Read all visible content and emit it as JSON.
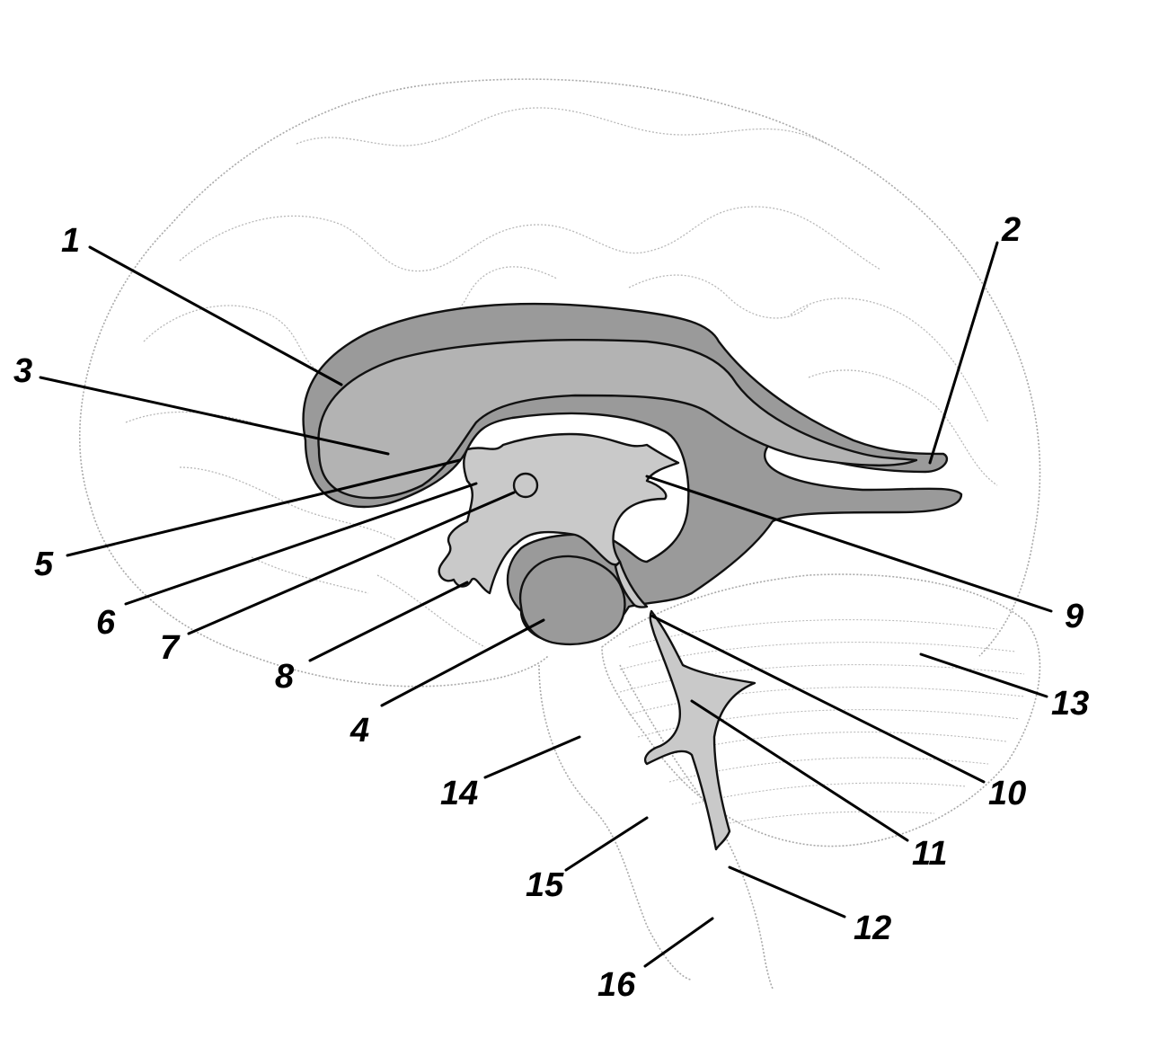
{
  "labels": [
    {
      "id": "1",
      "text": "1"
    },
    {
      "id": "2",
      "text": "2"
    },
    {
      "id": "3",
      "text": "3"
    },
    {
      "id": "4",
      "text": "4"
    },
    {
      "id": "5",
      "text": "5"
    },
    {
      "id": "6",
      "text": "6"
    },
    {
      "id": "7",
      "text": "7"
    },
    {
      "id": "8",
      "text": "8"
    },
    {
      "id": "9",
      "text": "9"
    },
    {
      "id": "10",
      "text": "10"
    },
    {
      "id": "11",
      "text": "11"
    },
    {
      "id": "12",
      "text": "12"
    },
    {
      "id": "13",
      "text": "13"
    },
    {
      "id": "14",
      "text": "14"
    },
    {
      "id": "15",
      "text": "15"
    },
    {
      "id": "16",
      "text": "16"
    }
  ],
  "colors": {
    "ventricle_dark": "#9a9a9a",
    "ventricle_mid": "#b3b3b3",
    "ventricle_light": "#c9c9c9",
    "brain_outline": "#a9a9a9"
  }
}
